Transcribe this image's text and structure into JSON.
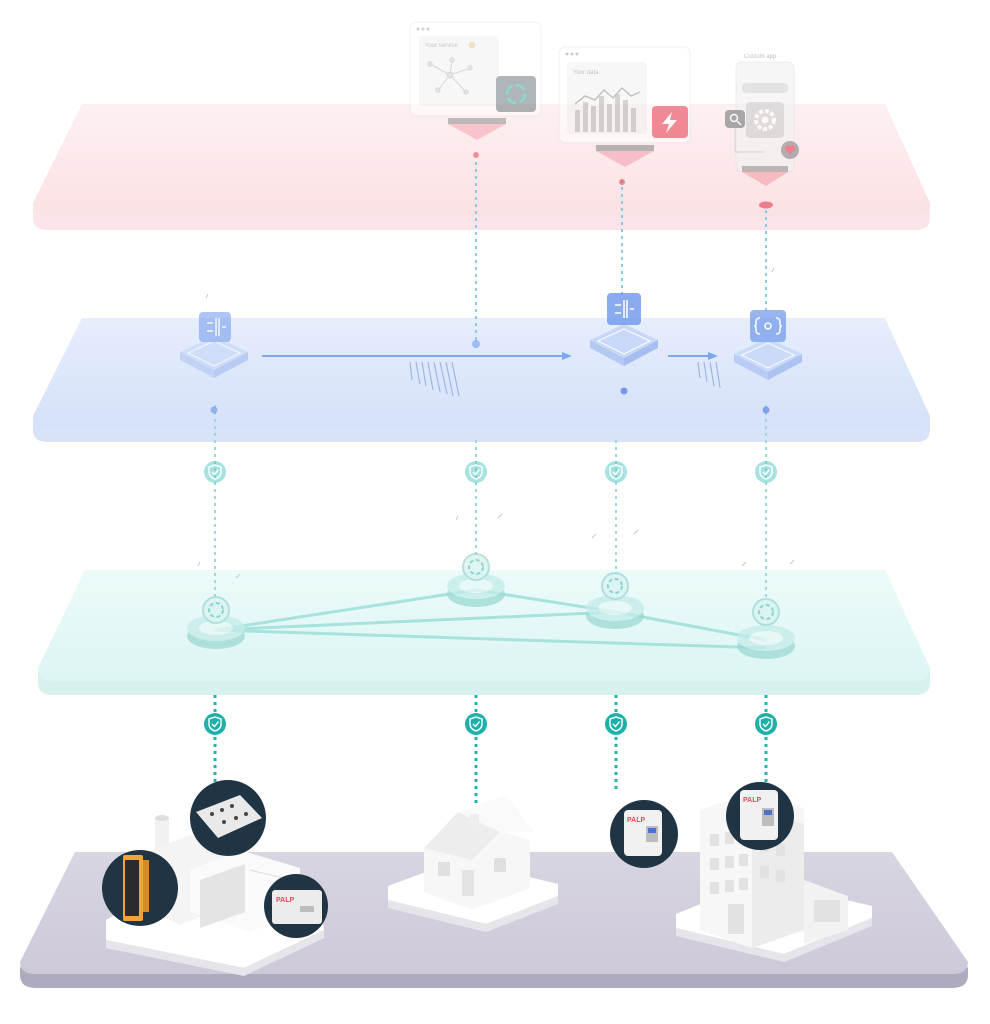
{
  "layers": [
    {
      "id": "application",
      "color": "#fbe3e6"
    },
    {
      "id": "processing",
      "color": "#dbe6fb"
    },
    {
      "id": "network",
      "color": "#e1f7f5"
    },
    {
      "id": "physical",
      "color": "#d2cfdd"
    }
  ],
  "apps": [
    {
      "id": "app-1",
      "label": "Your service",
      "icon": "network-graph-icon",
      "badge_icon": "refresh-circle-icon"
    },
    {
      "id": "app-2",
      "label": "Your data",
      "icon": "bar-chart-icon",
      "badge_icon": "lightning-icon"
    },
    {
      "id": "app-3",
      "label": "Custom app",
      "icon": "gear-icon",
      "badge_icon": "heart-icon"
    }
  ],
  "processors": [
    {
      "id": "proc-1",
      "icon": "filter-icon"
    },
    {
      "id": "proc-2",
      "icon": "filter-icon"
    },
    {
      "id": "proc-3",
      "icon": "code-brackets-icon"
    }
  ],
  "shield_icon": "shield-check-icon",
  "network_node_icon": "dashed-ring-icon",
  "sites": [
    {
      "id": "factory",
      "icon": "factory-icon",
      "devices": [
        "din-rail-gateway-icon",
        "io-module-icon",
        "wall-gateway-icon"
      ]
    },
    {
      "id": "house",
      "icon": "house-icon",
      "devices": []
    },
    {
      "id": "standalone",
      "icon": "gateway-device-icon",
      "devices": [
        "gateway-device-icon"
      ]
    },
    {
      "id": "office",
      "icon": "office-building-icon",
      "devices": [
        "gateway-device-icon"
      ]
    }
  ],
  "device_brand": "PALP",
  "colors": {
    "accent_teal": "#23b3ad",
    "accent_red": "#e8475a",
    "accent_blue": "#5e86e6",
    "device_orange": "#f2a43a",
    "badge_navy": "#203444"
  }
}
